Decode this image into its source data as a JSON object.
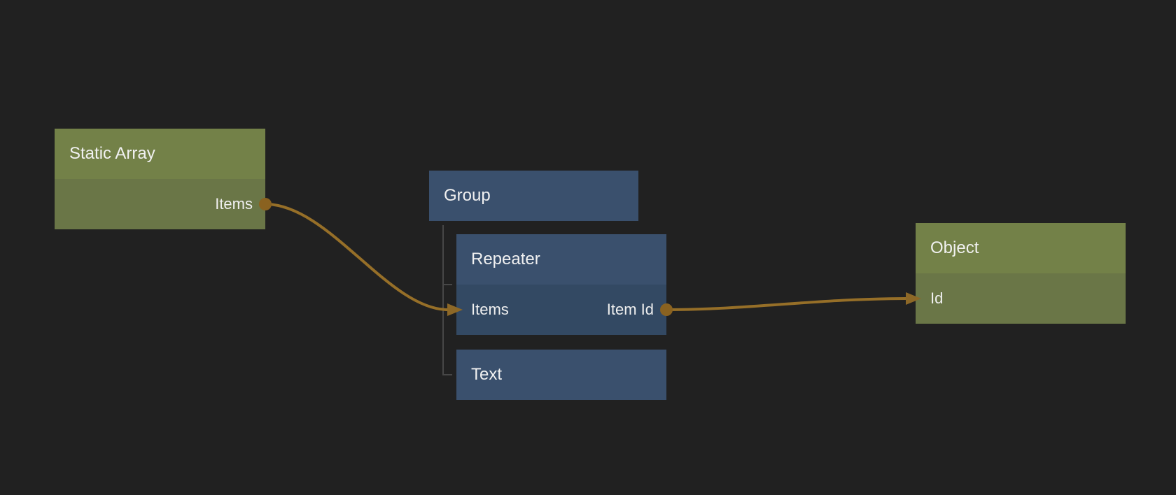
{
  "editor": {
    "background_color": "#212121",
    "colors": {
      "data_node_header": "#738148",
      "data_node_body": "#6a7647",
      "visual_node_header": "#3a506d",
      "visual_node_body": "#334963",
      "wire": "#966f28",
      "port_dot": "#8a6220",
      "arrowhead": "#8d6827",
      "hierarchy_line": "#474747",
      "text": "#f1f1f1"
    }
  },
  "nodes": {
    "static_array": {
      "title": "Static Array",
      "output_port": "Items"
    },
    "group": {
      "title": "Group"
    },
    "repeater": {
      "title": "Repeater",
      "input_port": "Items",
      "output_port": "Item Id"
    },
    "text": {
      "title": "Text"
    },
    "object": {
      "title": "Object",
      "input_port": "Id"
    }
  },
  "hierarchy": {
    "parent": "Group",
    "children": [
      "Repeater",
      "Text"
    ]
  },
  "connections": [
    {
      "from_node": "Static Array",
      "from_port": "Items",
      "to_node": "Repeater",
      "to_port": "Items"
    },
    {
      "from_node": "Repeater",
      "from_port": "Item Id",
      "to_node": "Object",
      "to_port": "Id"
    }
  ]
}
